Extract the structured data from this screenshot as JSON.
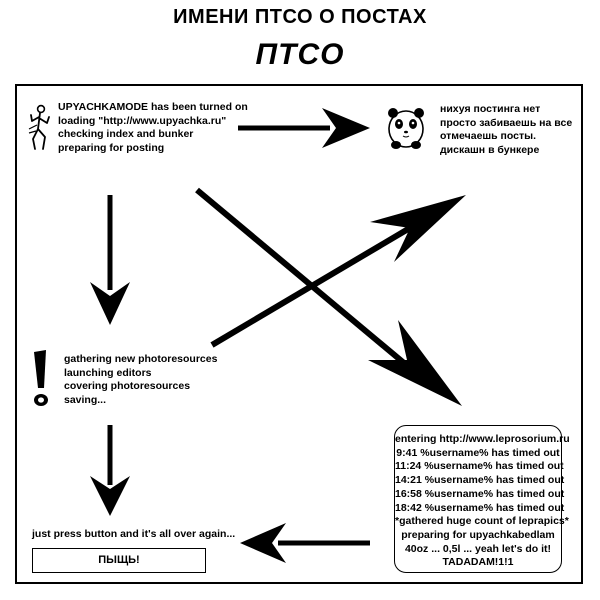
{
  "header": {
    "title": "ИМЕНИ ПТСО О ПОСТАХ",
    "subtitle": "ПТСО"
  },
  "step_start": {
    "icon": "running-stick-figure-icon",
    "lines": [
      "UPYACHKAMODE has been turned on",
      "loading \"http://www.upyachka.ru\"",
      "checking index and bunker",
      "preparing for posting"
    ]
  },
  "step_no_posting": {
    "icon": "panda-icon",
    "lines": [
      "нихуя постинга нет",
      "просто забиваешь на все",
      "отмечаешь посты.",
      "дискашн в бункере"
    ]
  },
  "step_photo": {
    "icon": "exclamation-icon",
    "lines": [
      "gathering new photoresources",
      "launching editors",
      "covering photoresources",
      "saving..."
    ]
  },
  "step_leprosorium": {
    "lines": [
      "entering http://www.leprosorium.ru",
      "9:41 %username% has timed out",
      "11:24 %username% has timed out",
      "14:21 %username% has timed out",
      "16:58 %username% has timed out",
      "18:42 %username% has timed out",
      "*gathered huge count of leprapics*",
      "preparing for upyachkabedlam",
      "40oz ... 0,5l ... yeah let's do it!",
      "TADADAM!1!1"
    ]
  },
  "step_end": {
    "caption": "just press button and it's all over again...",
    "button_label": "ПЫЩЬ!"
  }
}
